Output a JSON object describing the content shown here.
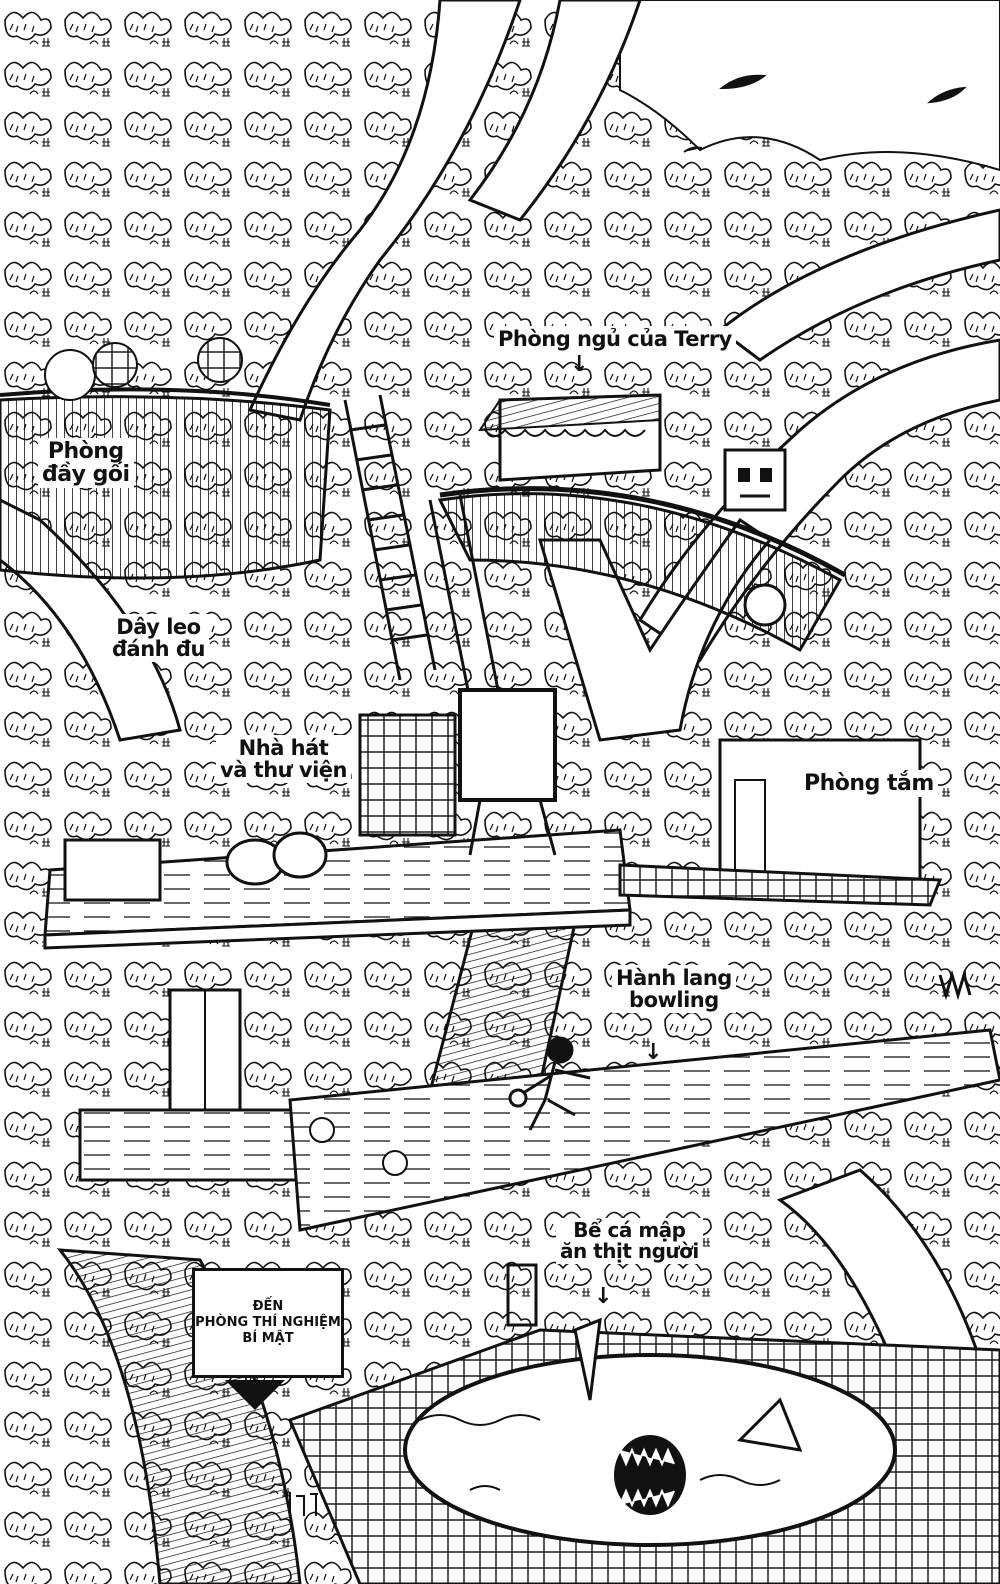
{
  "labels": {
    "pillow_room": "Phòng\nđầy gối",
    "swing_vines": "Dây leo\nđánh đu",
    "theater_library": "Nhà hát\nvà thư viện",
    "terry_bedroom": "Phòng ngủ của Terry",
    "bathroom": "Phòng tắm",
    "bowling_lane": "Hành lang\nbowling",
    "shark_tank": "Bể cá mập\năn thịt người",
    "secret_lab_sign": "ĐẾN\nPHÒNG THÍ NGHIỆM\nBÍ MẬT"
  },
  "colors": {
    "ink": "#111111",
    "paper": "#ffffff"
  }
}
